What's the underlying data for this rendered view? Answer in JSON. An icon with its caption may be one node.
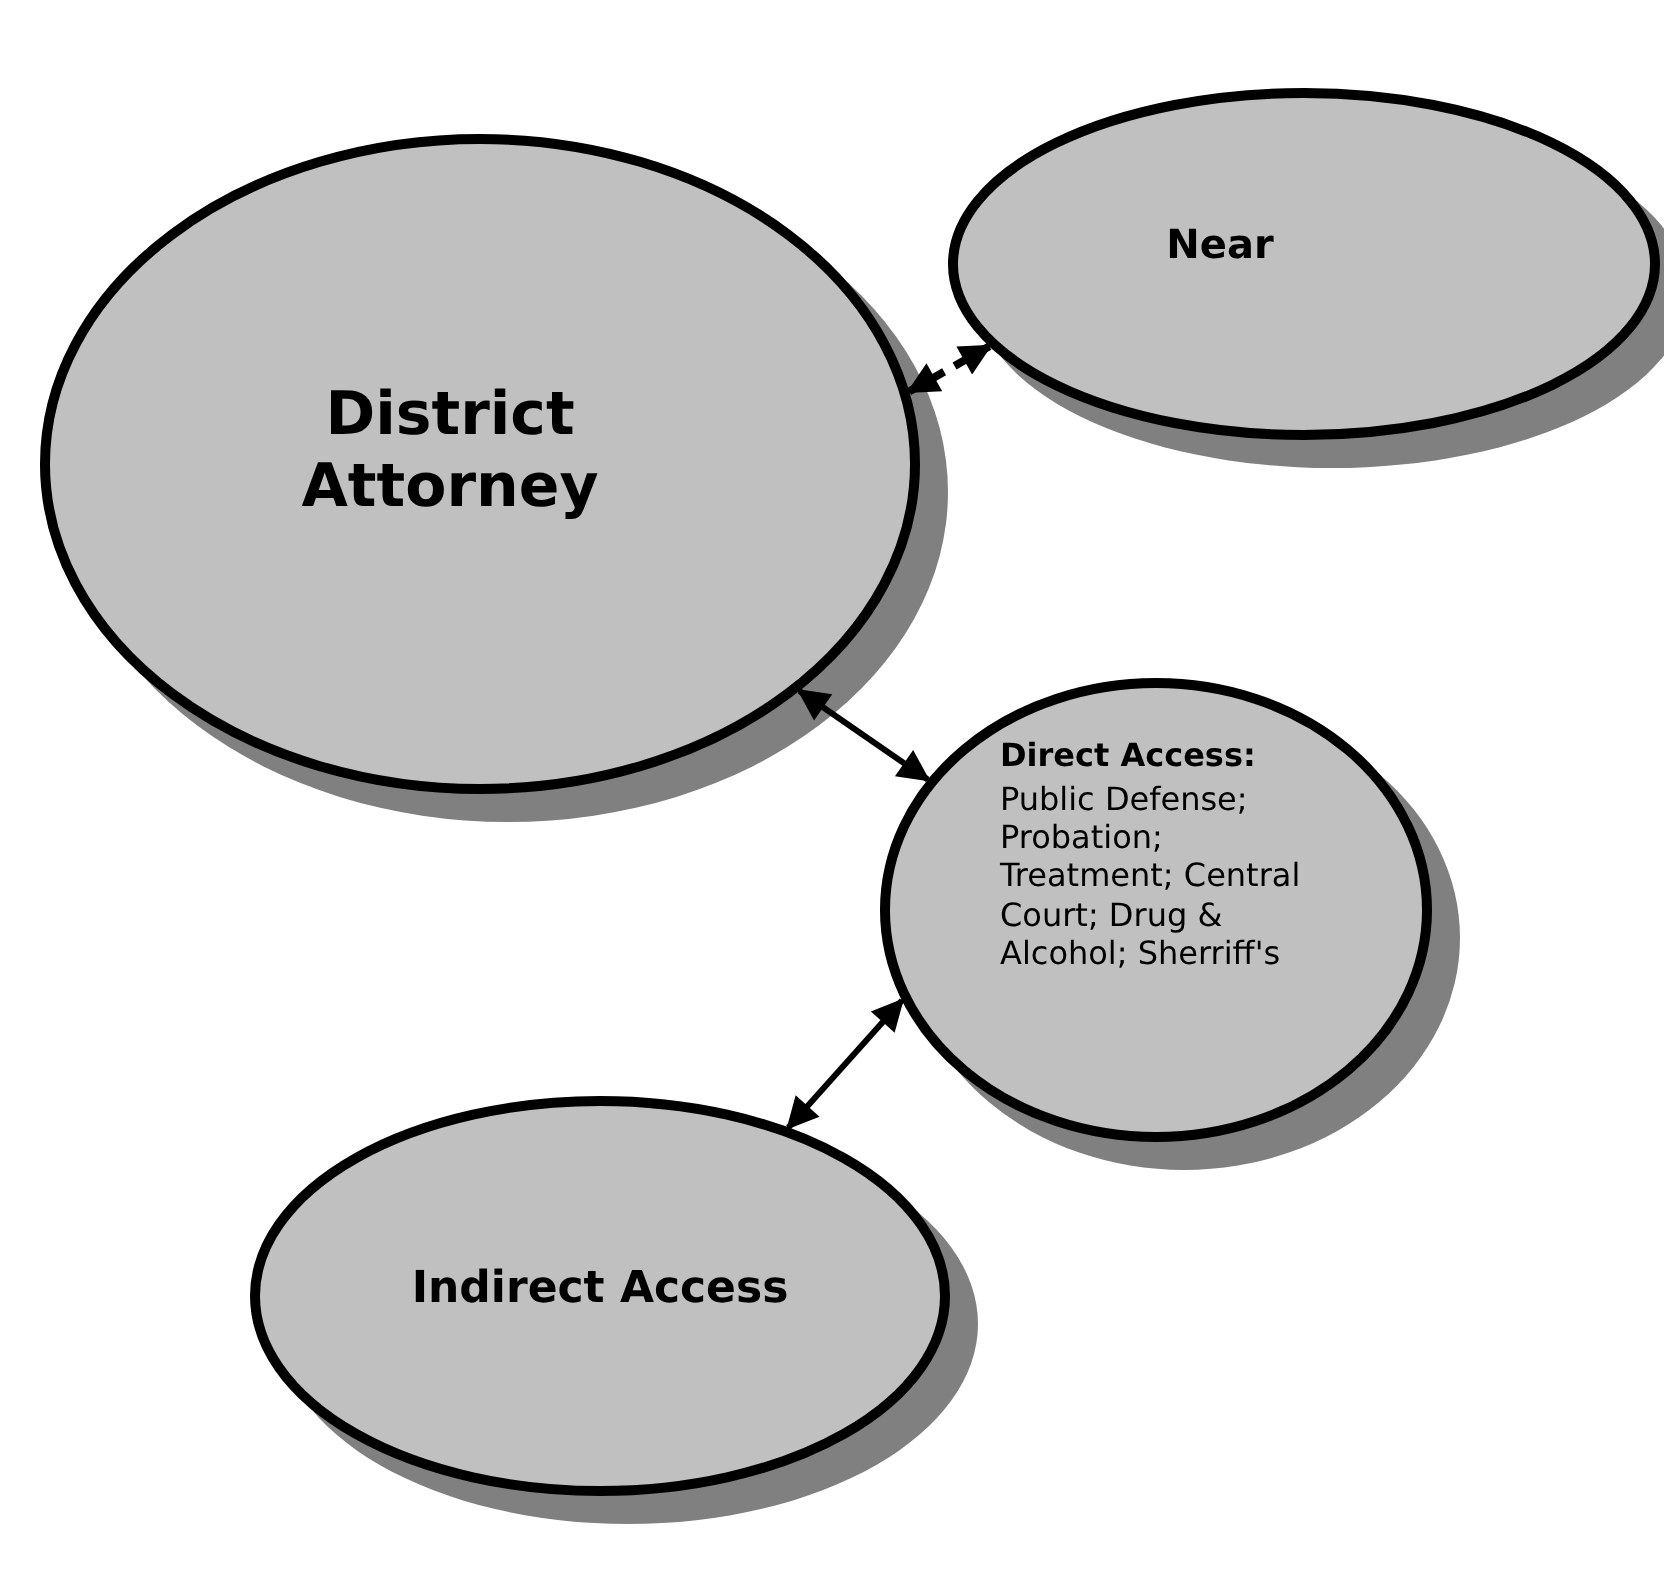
{
  "diagram": {
    "nodes": [
      {
        "text": [
          "District Attorney"
        ]
      },
      {
        "text": [
          "Near"
        ]
      },
      {
        "text": [
          "Direct Access:",
          "Public Defense; Probation; Treatment; Central Court; Drug & Alcohol; Sherriff's"
        ]
      },
      {
        "text": [
          "Indirect Access"
        ]
      }
    ],
    "edges": [
      {
        "from": 0,
        "to": 1,
        "arrow": "both",
        "style": "dashed"
      },
      {
        "from": 0,
        "to": 2,
        "arrow": "both"
      },
      {
        "from": 2,
        "to": 3,
        "arrow": "both"
      }
    ]
  }
}
